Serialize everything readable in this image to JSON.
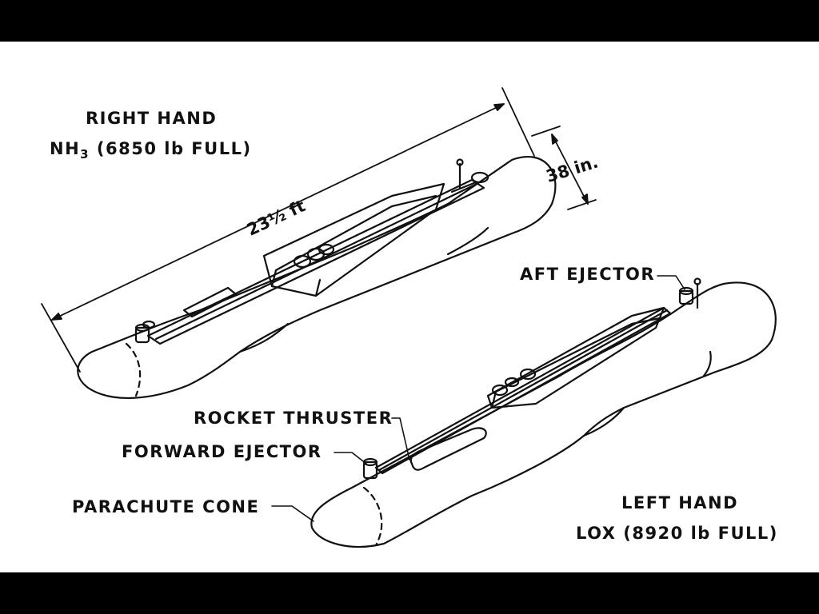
{
  "labels": {
    "right_hand": "RIGHT HAND",
    "right_prop_prefix": "NH",
    "right_prop_sub": "3",
    "right_prop_rest": " (6850 lb FULL)",
    "length_dim": "23½ ft",
    "diameter_dim": "38 in.",
    "aft_ejector": "AFT EJECTOR",
    "rocket_thruster": "ROCKET THRUSTER",
    "forward_ejector": "FORWARD EJECTOR",
    "parachute_cone": "PARACHUTE CONE",
    "left_hand": "LEFT HAND",
    "left_prop": "LOX (8920 lb FULL)"
  },
  "colors": {
    "line": "#111111",
    "paper": "#ffffff",
    "border": "#000000"
  }
}
